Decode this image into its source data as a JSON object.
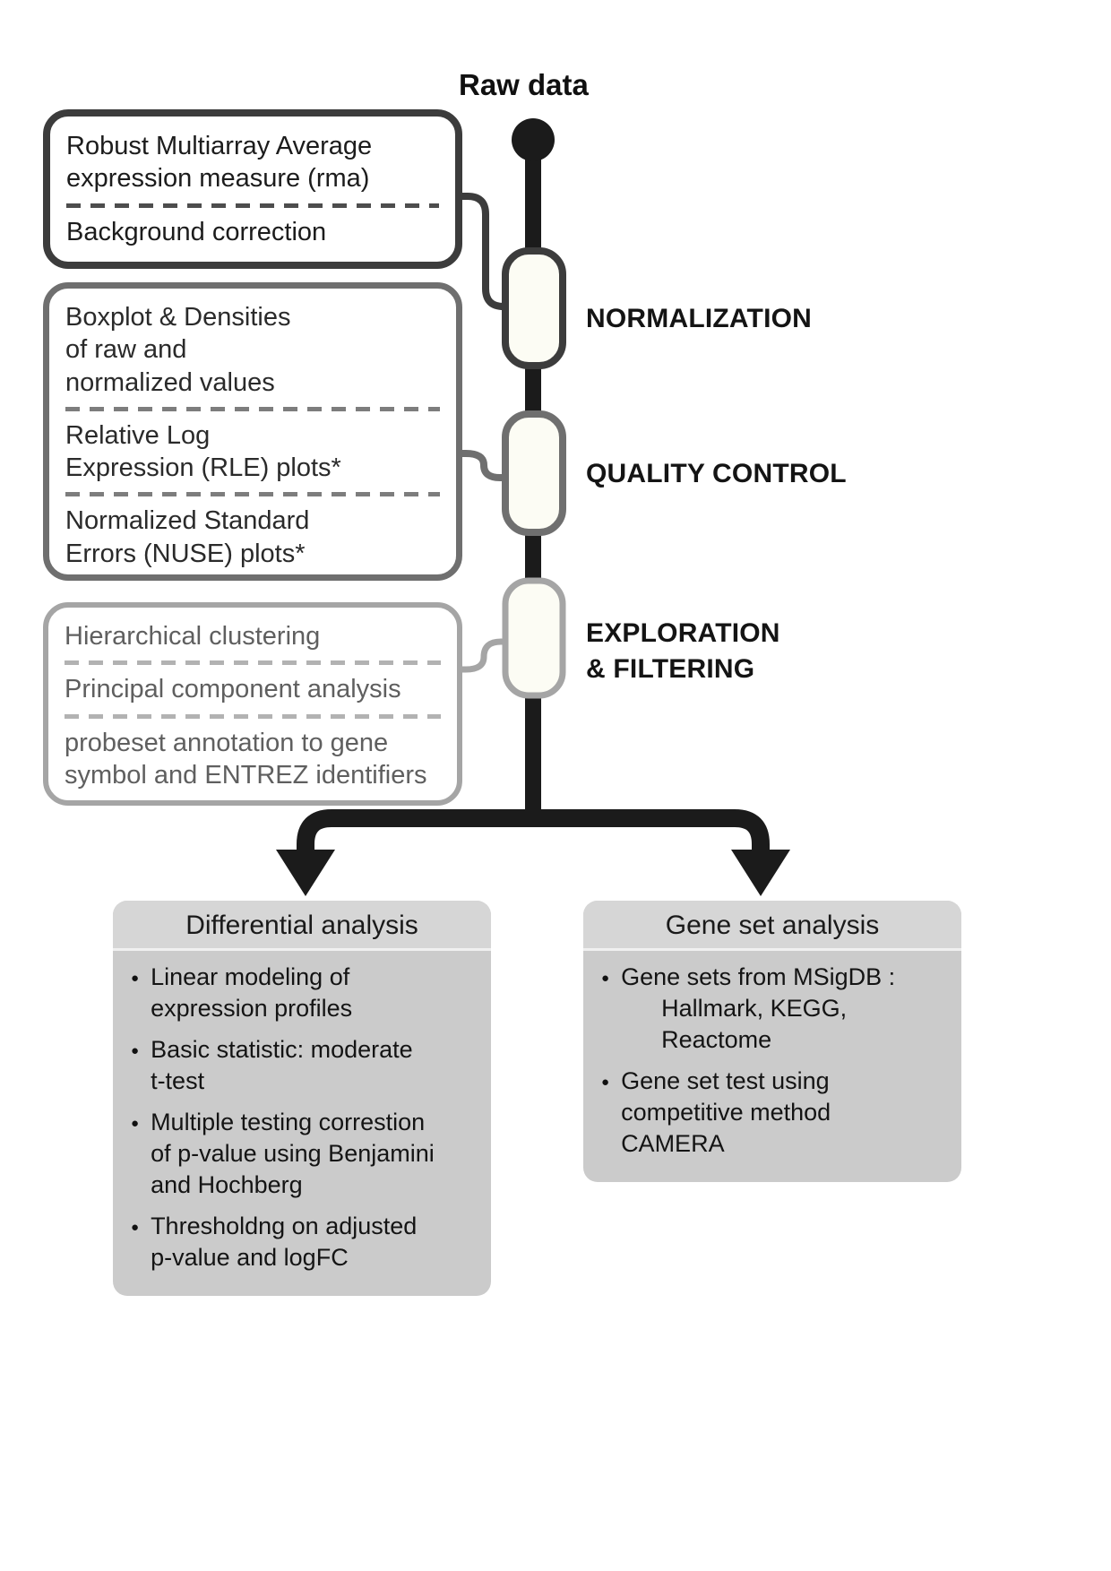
{
  "diagram": {
    "raw_data_label": "Raw data",
    "stage_labels": {
      "normalization": "NORMALIZATION",
      "quality_control": "QUALITY CONTROL",
      "exploration_filtering": "EXPLORATION\n& FILTERING"
    },
    "boxes": {
      "normalization_steps": {
        "items": [
          "Robust Multiarray Average\nexpression measure (rma)",
          "Background correction"
        ]
      },
      "quality_control_steps": {
        "items": [
          "Boxplot & Densities\nof raw and\nnormalized values",
          "Relative Log\nExpression (RLE) plots*",
          "Normalized Standard\nErrors (NUSE) plots*"
        ]
      },
      "exploration_steps": {
        "items": [
          "Hierarchical clustering",
          "Principal component analysis",
          "probeset annotation to gene\nsymbol and ENTREZ identifiers"
        ]
      }
    },
    "analysis": {
      "differential": {
        "title": "Differential analysis",
        "bullets": [
          "Linear modeling of\nexpression profiles",
          "Basic statistic: moderate\nt-test",
          "Multiple testing correstion\nof p-value using Benjamini\nand Hochberg",
          "Thresholdng on adjusted\np-value and logFC"
        ]
      },
      "gene_set": {
        "title": "Gene set analysis",
        "bullets": [
          "Gene sets from MSigDB :\n      Hallmark, KEGG,\n      Reactome",
          "Gene set test using\ncompetitive method\nCAMERA"
        ]
      }
    },
    "colors": {
      "trunk": "#1b1b1b",
      "normalization_border": "#3c3c3c",
      "quality_control_border": "#6f6f6f",
      "exploration_border": "#a5a5a5",
      "analysis_box_bg": "#cbcbcb"
    }
  }
}
